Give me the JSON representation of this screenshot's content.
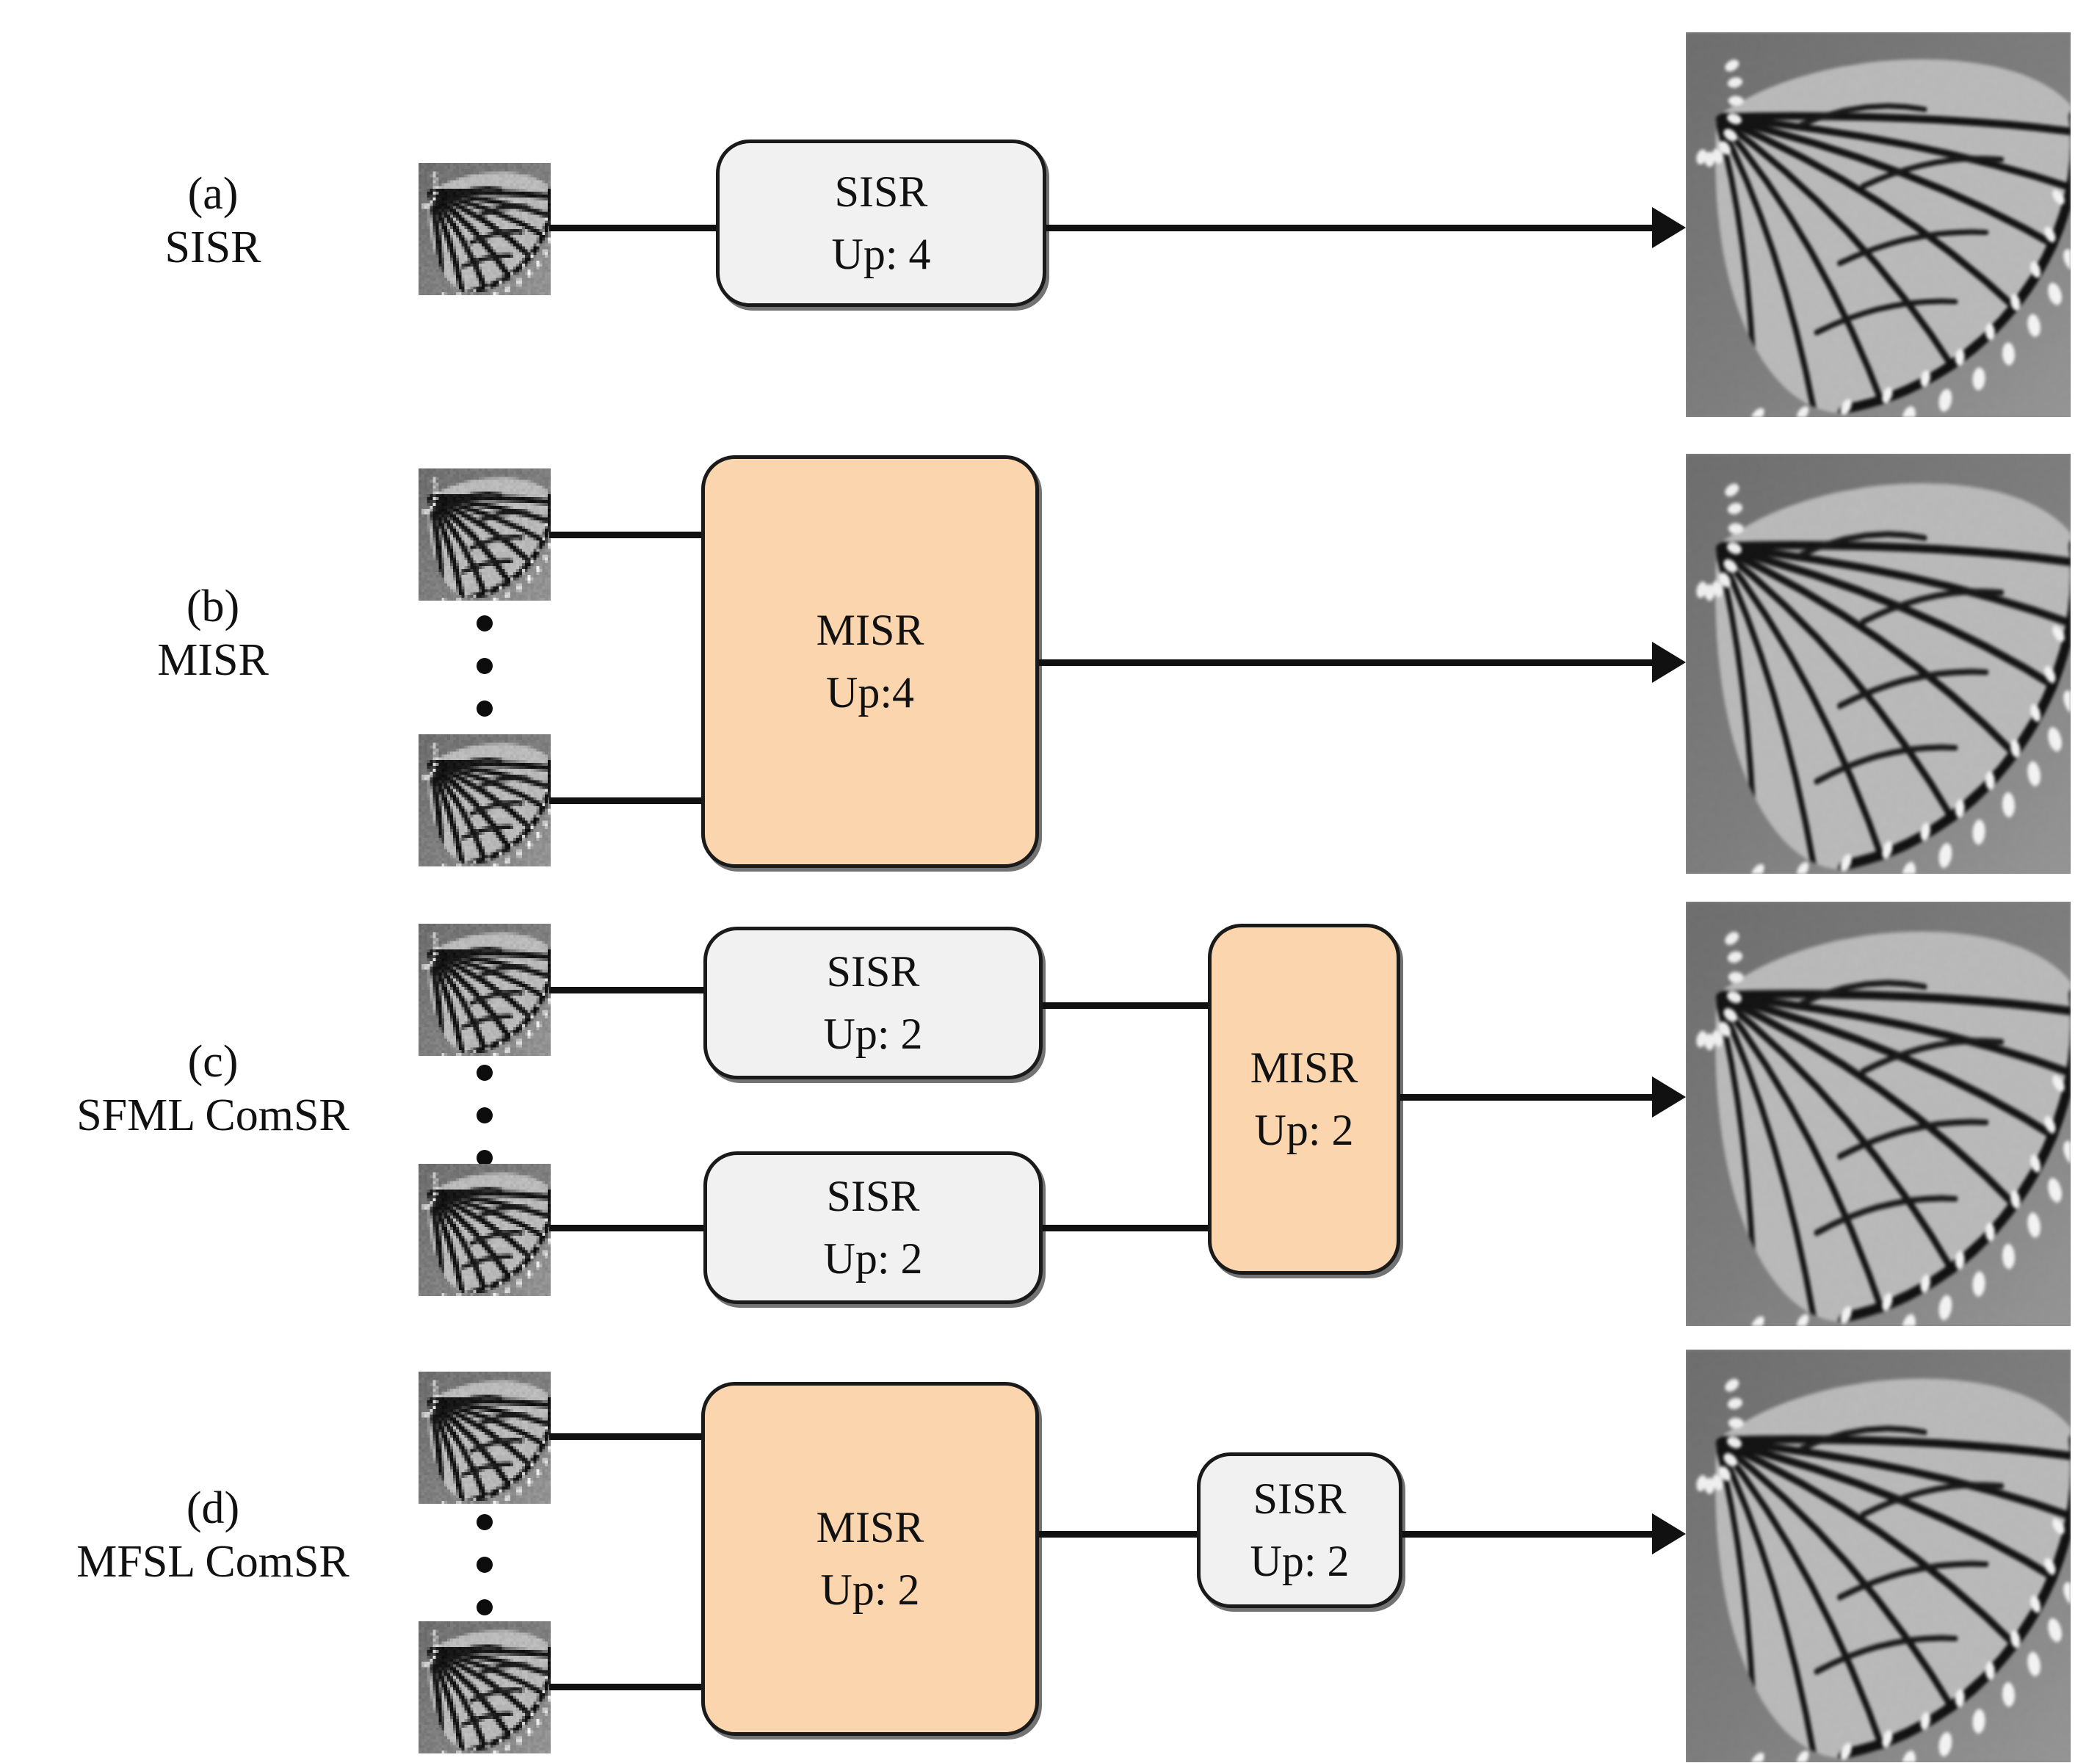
{
  "figure": {
    "background_color": "#ffffff",
    "line_color": "#111111",
    "sisr_box_color": "#f1f1f1",
    "misr_box_color": "#fbd5ae",
    "box_border_color": "#1a1a1a"
  },
  "rows": [
    {
      "index_label": "(a)",
      "name_label": "SISR",
      "inputs": 1,
      "boxes": [
        {
          "title": "SISR",
          "scale": "Up: 4",
          "kind": "sisr"
        }
      ]
    },
    {
      "index_label": "(b)",
      "name_label": "MISR",
      "inputs": 2,
      "boxes": [
        {
          "title": "MISR",
          "scale": "Up:4",
          "kind": "misr"
        }
      ]
    },
    {
      "index_label": "(c)",
      "name_label": "SFML  ComSR",
      "inputs": 2,
      "boxes": [
        {
          "title": "SISR",
          "scale": "Up: 2",
          "kind": "sisr"
        },
        {
          "title": "SISR",
          "scale": "Up: 2",
          "kind": "sisr"
        },
        {
          "title": "MISR",
          "scale": "Up: 2",
          "kind": "misr"
        }
      ]
    },
    {
      "index_label": "(d)",
      "name_label": "MFSL  ComSR",
      "inputs": 2,
      "boxes": [
        {
          "title": "MISR",
          "scale": "Up: 2",
          "kind": "misr"
        },
        {
          "title": "SISR",
          "scale": "Up: 2",
          "kind": "sisr"
        }
      ]
    }
  ],
  "icons": {
    "ellipsis": "vertical-ellipsis",
    "arrow": "arrow-right"
  },
  "images": {
    "input_thumbnail": "low-resolution-butterfly-wing",
    "output_image": "high-resolution-butterfly-wing"
  }
}
